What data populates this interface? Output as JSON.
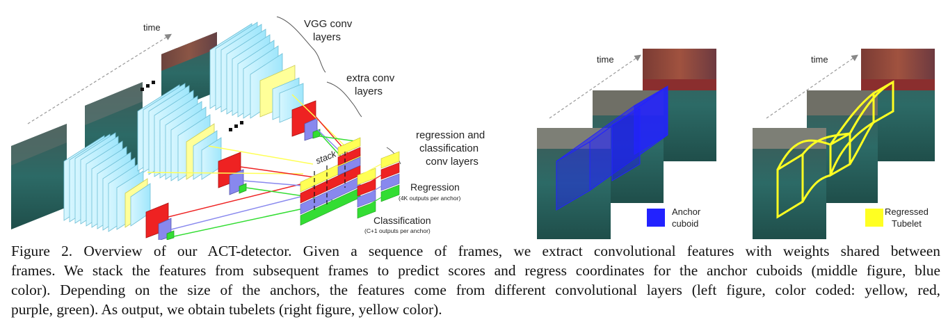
{
  "figure": {
    "left": {
      "time_label": "time",
      "vgg_label_line1": "VGG conv",
      "vgg_label_line2": "layers",
      "extra_label_line1": "extra conv",
      "extra_label_line2": "layers",
      "stack_label": "stack",
      "regcls_label_line1": "regression and",
      "regcls_label_line2": "classification",
      "regcls_label_line3": "conv layers",
      "regression_label": "Regression",
      "regression_sub": "(4K outputs per anchor)",
      "classification_label": "Classification",
      "classification_sub": "(C+1 outputs per anchor)"
    },
    "middle": {
      "time_label": "time",
      "legend_line1": "Anchor",
      "legend_line2": "cuboid",
      "legend_color": "#2222ff"
    },
    "right": {
      "time_label": "time",
      "legend_line1": "Regressed",
      "legend_line2": "Tubelet",
      "legend_color": "#ffff22"
    },
    "colors": {
      "yellow": "#ffff55",
      "red": "#ee2222",
      "purple": "#8888ee",
      "green": "#33dd33",
      "cyan": "#aaeeff"
    }
  },
  "caption": {
    "line1": "Figure 2. Overview of our ACT-detector.  Given a sequence of frames, we extract convolutional features with weights shared between",
    "line2": "frames. We stack the features from subsequent frames to predict scores and regress coordinates for the anchor cuboids (middle figure, blue",
    "line3": "color). Depending on the size of the anchors, the features come from different convolutional layers (left figure, color coded: yellow, red,",
    "line4": "purple, green). As output, we obtain tubelets (right figure, yellow color)."
  }
}
